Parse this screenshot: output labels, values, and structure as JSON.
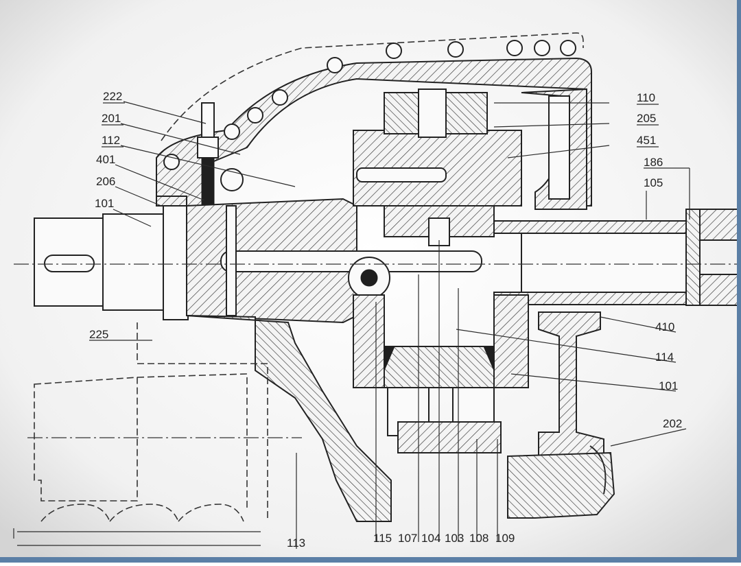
{
  "drawing": {
    "callouts_left": [
      {
        "id": "l222",
        "text": "222"
      },
      {
        "id": "l201",
        "text": "201"
      },
      {
        "id": "l112",
        "text": "112"
      },
      {
        "id": "l401",
        "text": "401"
      },
      {
        "id": "l206",
        "text": "206"
      },
      {
        "id": "l101a",
        "text": "101"
      },
      {
        "id": "l225",
        "text": "225"
      }
    ],
    "callouts_right": [
      {
        "id": "r110",
        "text": "110"
      },
      {
        "id": "r205",
        "text": "205"
      },
      {
        "id": "r451",
        "text": "451"
      },
      {
        "id": "r186",
        "text": "186"
      },
      {
        "id": "r105",
        "text": "105"
      },
      {
        "id": "r410",
        "text": "410"
      },
      {
        "id": "r114",
        "text": "114"
      },
      {
        "id": "r101",
        "text": "101"
      },
      {
        "id": "r202",
        "text": "202"
      }
    ],
    "callouts_bottom": [
      {
        "id": "b113",
        "text": "113"
      },
      {
        "id": "b115",
        "text": "115"
      },
      {
        "id": "b107",
        "text": "107"
      },
      {
        "id": "b104",
        "text": "104"
      },
      {
        "id": "b103",
        "text": "103"
      },
      {
        "id": "b108",
        "text": "108"
      },
      {
        "id": "b109",
        "text": "109"
      }
    ],
    "colors": {
      "ink": "#222222",
      "paper": "#ffffff",
      "frame": "#5b7fa6"
    }
  }
}
